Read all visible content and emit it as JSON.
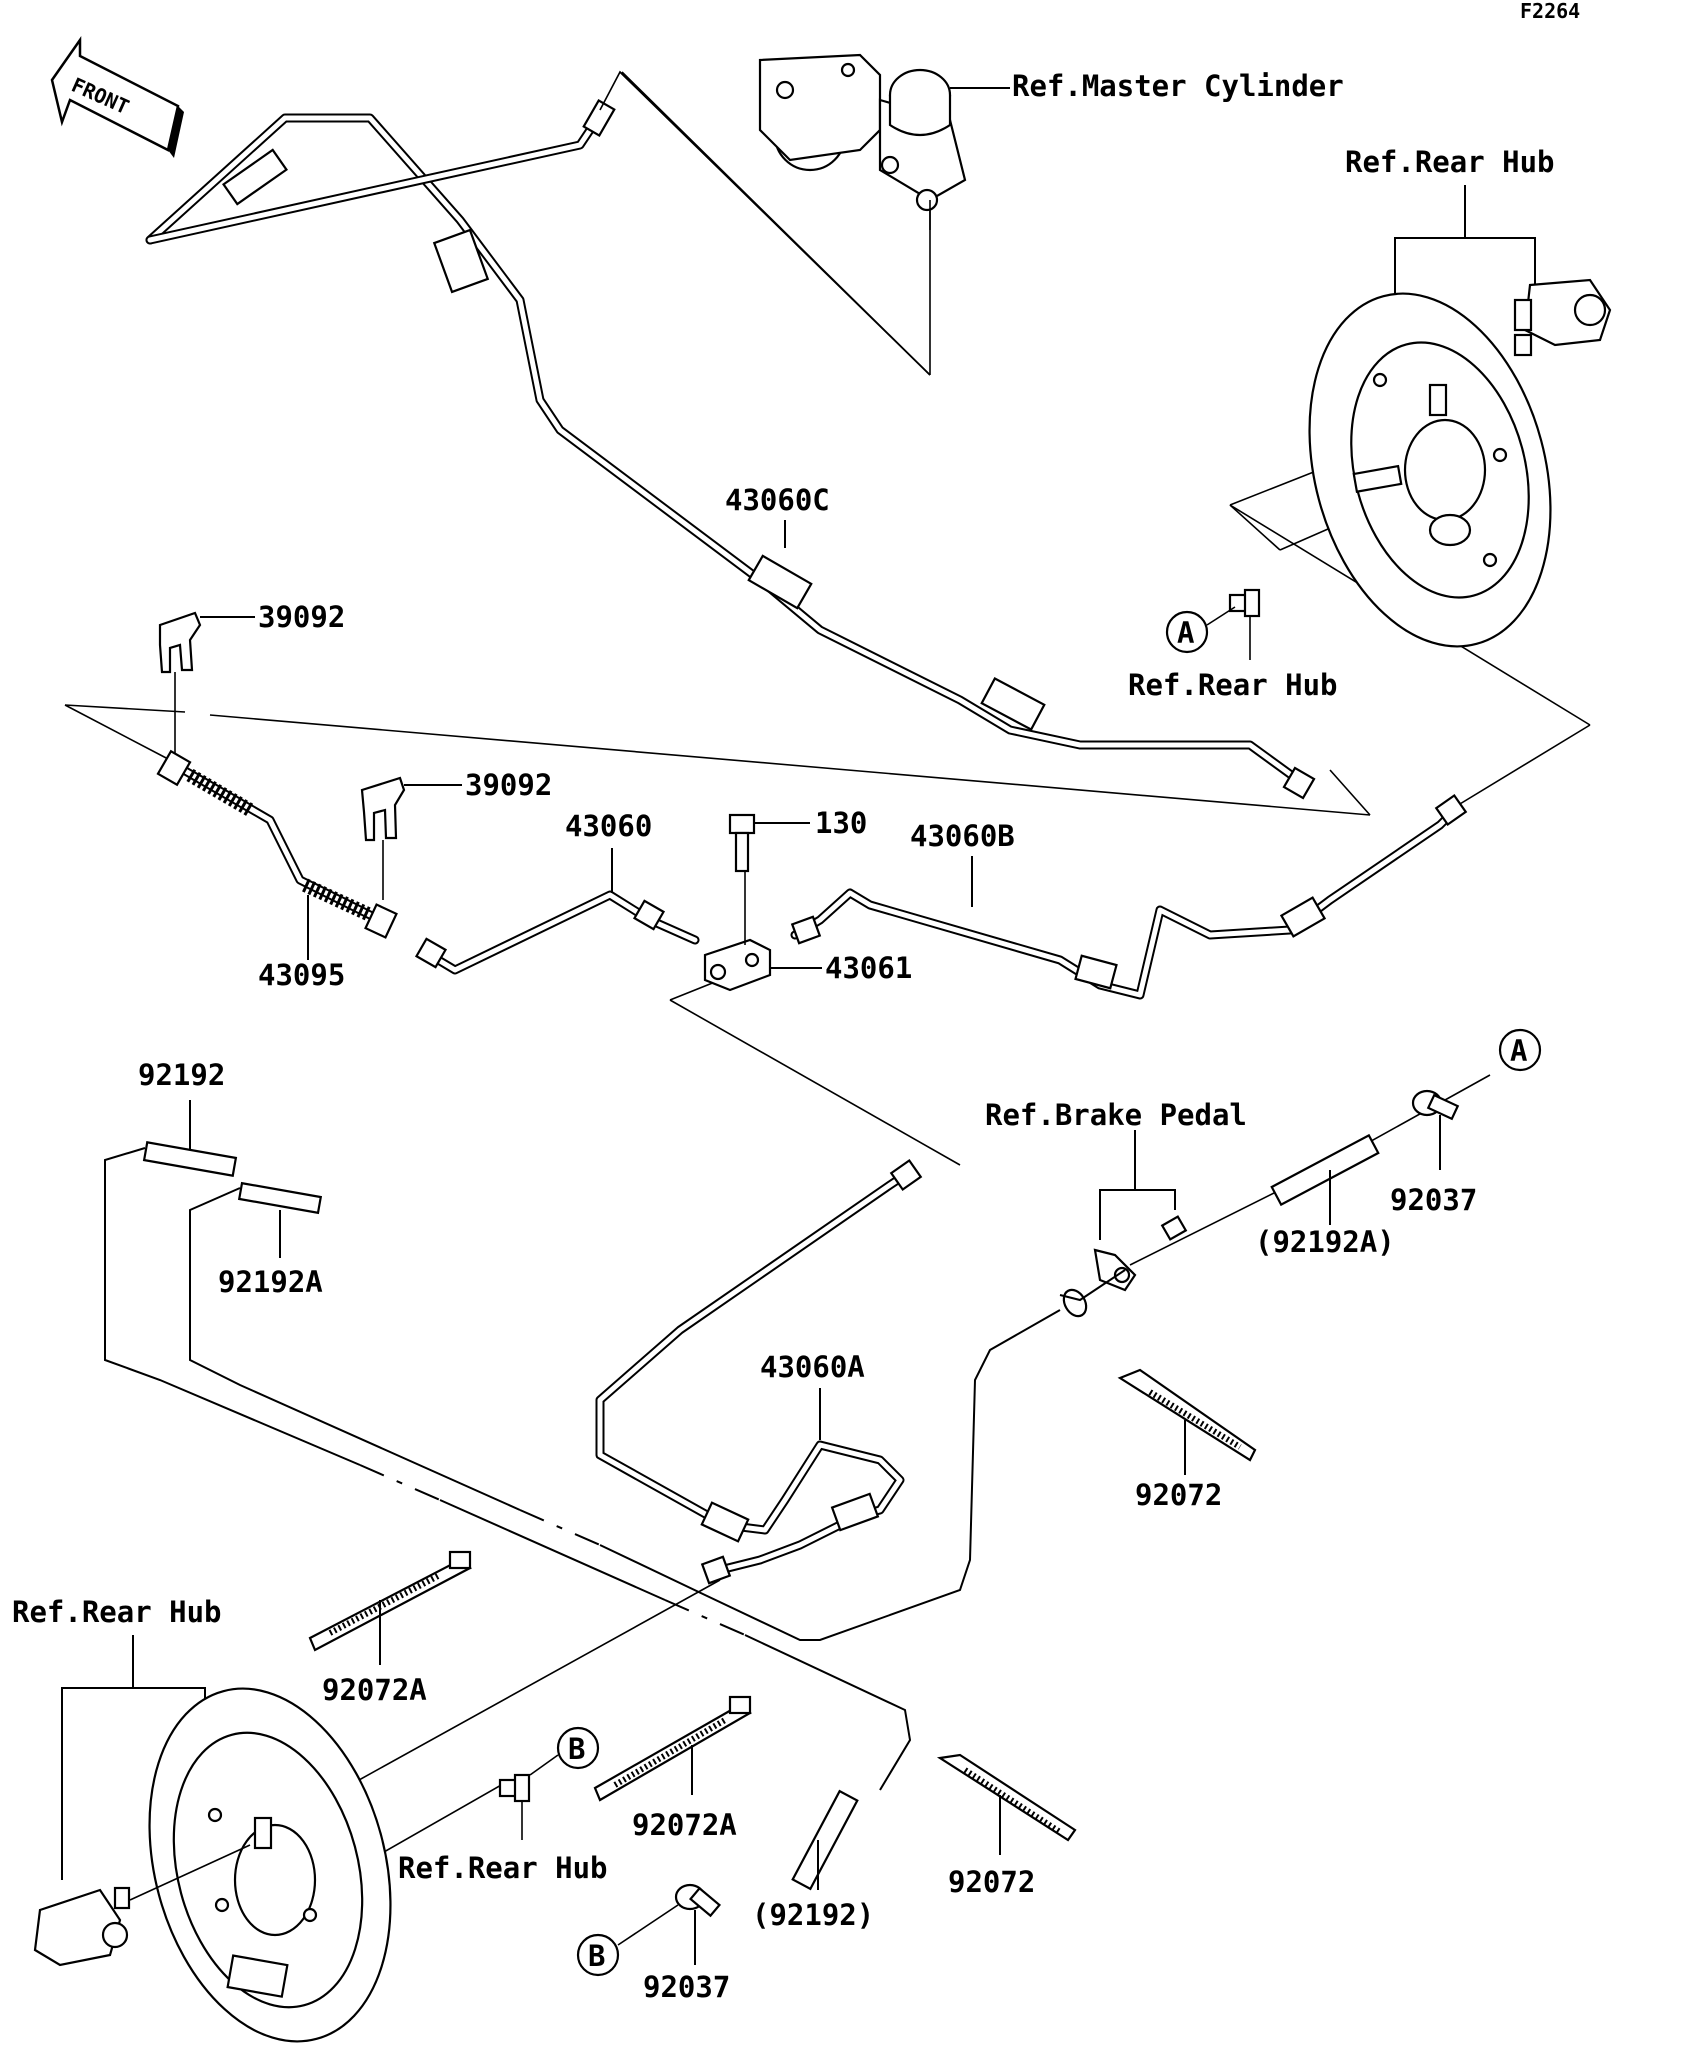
{
  "diagram": {
    "figure_code": "F2264",
    "front_label": "FRONT",
    "references": {
      "master_cylinder": "Ref.Master Cylinder",
      "rear_hub_top": "Ref.Rear Hub",
      "rear_hub_mid": "Ref.Rear Hub",
      "brake_pedal": "Ref.Brake Pedal",
      "rear_hub_bottom": "Ref.Rear Hub",
      "rear_hub_lower": "Ref.Rear Hub"
    },
    "callouts": {
      "a1": "A",
      "a2": "A",
      "b1": "B",
      "b2": "B"
    },
    "parts": {
      "p43060C": "43060C",
      "p39092_top": "39092",
      "p39092_mid": "39092",
      "p43060": "43060",
      "p130": "130",
      "p43060B": "43060B",
      "p43095": "43095",
      "p43061": "43061",
      "p92192": "92192",
      "p92192A": "92192A",
      "p92192A_paren": "(92192A)",
      "p92037_top": "92037",
      "p43060A": "43060A",
      "p92072_top": "92072",
      "p92072A_left": "92072A",
      "p92072A_mid": "92072A",
      "p92072_bottom": "92072",
      "p92192_paren": "(92192)",
      "p92037_bottom": "92037"
    }
  }
}
